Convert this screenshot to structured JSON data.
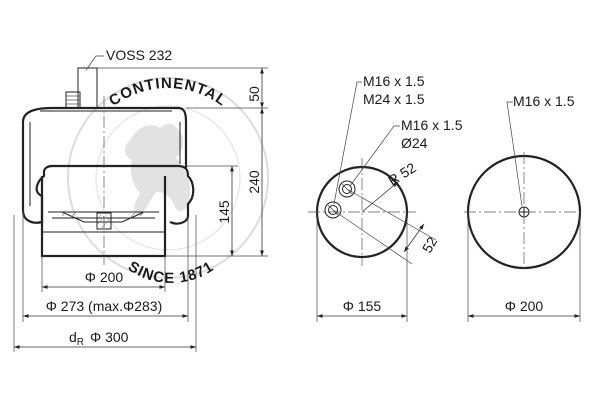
{
  "side_view": {
    "fitting_label": "VOSS 232",
    "dim_height_top": "50",
    "dim_height_total": "240",
    "dim_height_body": "145",
    "dim_piston_dia": "Φ 200",
    "dim_max_dia": "Φ 273 (max.Φ283)",
    "dim_d_r_prefix": "d",
    "dim_d_r_sub": "R",
    "dim_d_r_value": "Φ 300"
  },
  "top_view": {
    "label_stud_1": "M16 x 1.5",
    "label_stud_2": "M24 x 1.5",
    "label_fitting_1": "M16 x 1.5",
    "label_fitting_2": "Ø24",
    "dim_radius": "R 52",
    "dim_offset": "52",
    "dim_plate_dia": "Φ 155"
  },
  "bottom_view": {
    "label_thread": "M16 x 1.5",
    "dim_dia": "Φ 200"
  },
  "watermark": {
    "text_top": "CONTINENTAL",
    "text_bottom": "SINCE 1871",
    "emblem": "rearing-horse-emblem"
  },
  "colors": {
    "lines": "#222222",
    "watermark": "#c8c8c8",
    "background": "#ffffff"
  }
}
